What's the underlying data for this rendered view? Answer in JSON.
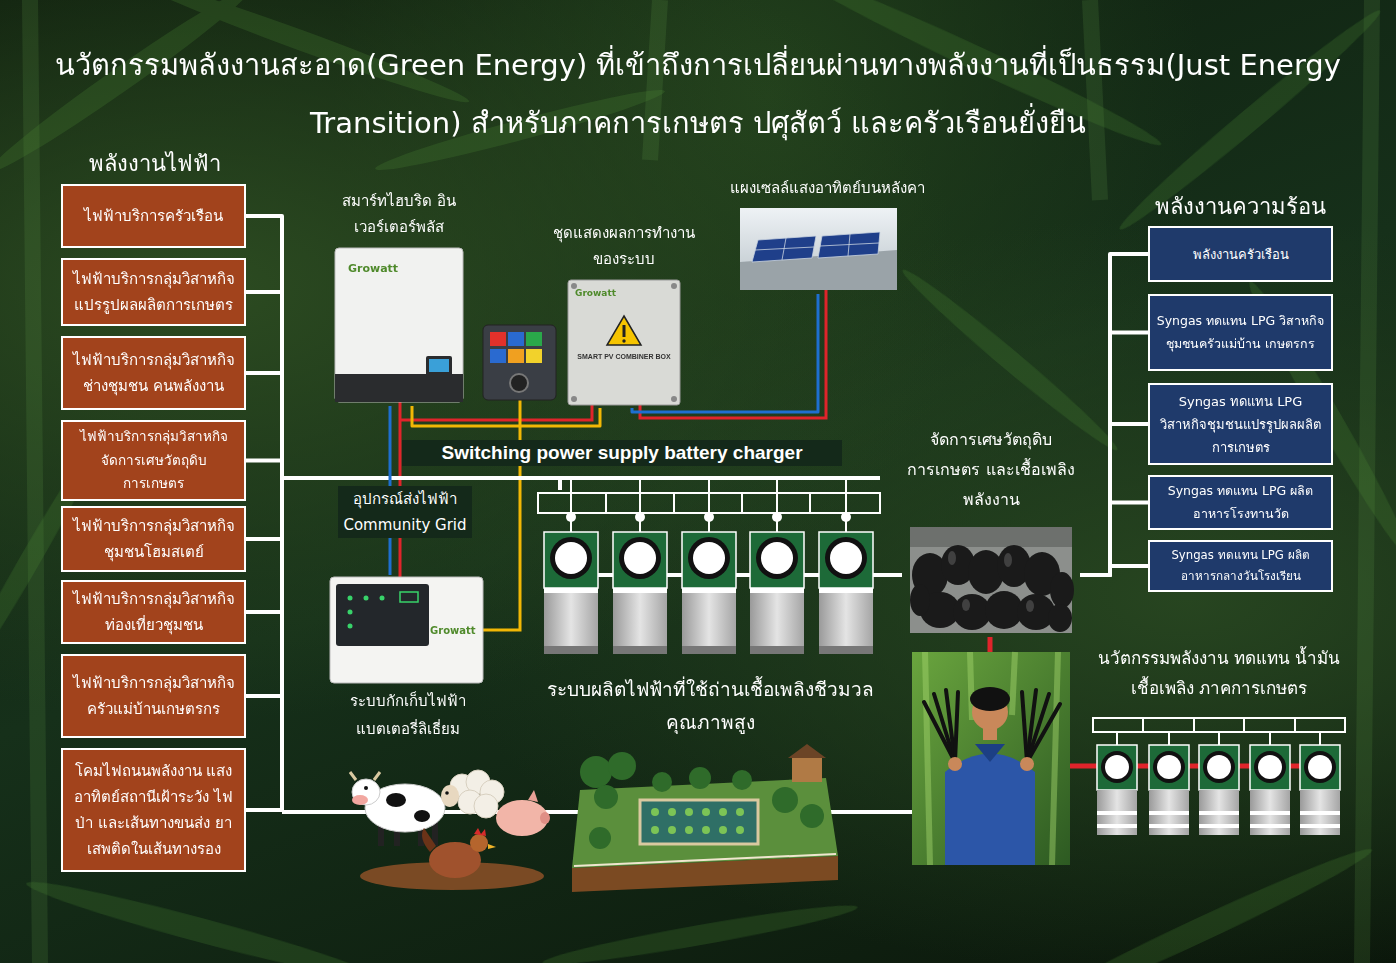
{
  "diagram": {
    "title": "นวัตกรรมพลังงานสะอาด(Green Energy) ที่เข้าถึงการเปลี่ยนผ่านทางพลังงานที่เป็นธรรม(Just Energy Transition) สำหรับภาคการเกษตร ปศุสัตว์ และครัวเรือนยั่งยืน",
    "nodes": [
      {
        "text": [
          "ไฟฟ้าบริการครัวเรือน"
        ]
      },
      {
        "text": [
          "ไฟฟ้าบริการกลุ่มวิสาหกิจ แปรรูปผลผลิตการเกษตร"
        ]
      },
      {
        "text": [
          "ไฟฟ้าบริการกลุ่มวิสาหกิจ ช่างชุมชน คนพลังงาน"
        ]
      },
      {
        "text": [
          "ไฟฟ้าบริการกลุ่มวิสาหกิจ จัดการเศษวัตถุดิบ การเกษตร"
        ]
      },
      {
        "text": [
          "ไฟฟ้าบริการกลุ่มวิสาหกิจ ชุมชนโฮมสเตย์"
        ]
      },
      {
        "text": [
          "ไฟฟ้าบริการกลุ่มวิสาหกิจ ท่องเที่ยวชุมชน"
        ]
      },
      {
        "text": [
          "ไฟฟ้าบริการกลุ่มวิสาหกิจ ครัวแม่บ้านเกษตรกร"
        ]
      },
      {
        "text": [
          "โคมไฟถนนพลังงาน แสงอาทิตย์สถานีเฝ้าระวัง ไฟป่า และเส้นทางขนส่ง ยาเสพติดในเส้นทางรอง"
        ]
      },
      {
        "text": [
          "สมาร์ทไฮบริด อินเวอร์เตอร์พลัส",
          "Growatt"
        ]
      },
      {
        "text": [
          "ชุดแสดงผลการทำงาน ของระบบ",
          "Growatt",
          "SMART PV COMBINER BOX"
        ]
      },
      {
        "text": [
          "แผงเซลล์แสงอาทิตย์บนหลังคา"
        ]
      },
      {
        "text": [
          "Growatt",
          "ระบบกักเก็บไฟฟ้า แบตเตอรี่ลิเธี่ยม"
        ]
      },
      {
        "text": [
          "ระบบผลิตไฟฟ้าที่ใช้ถ่านเชื้อเพลิงชีวมวล คุณภาพสูง"
        ]
      },
      {
        "text": [
          "จัดการเศษวัตถุดิบ การเกษตร และเชื้อเพลิง พลังงาน"
        ]
      },
      {
        "text": [
          "นวัตกรรมพลังงาน ทดแทน น้ำมันเชื้อเพลิง ภาคการเกษตร"
        ]
      },
      {
        "text": [
          "พลังงานครัวเรือน"
        ]
      },
      {
        "text": [
          "Syngas ทดแทน LPG วิสาหกิจชุมชนครัวแม่บ้าน เกษตรกร"
        ]
      },
      {
        "text": [
          "Syngas ทดแทน LPG วิสาหกิจชุมชนแปรรูปผลผลิต การเกษตร"
        ]
      },
      {
        "text": [
          "Syngas ทดแทน LPG ผลิตอาหารโรงทานวัด"
        ]
      },
      {
        "text": [
          "Syngas ทดแทน LPG ผลิตอาหารกลางวันโรงเรียน"
        ]
      }
    ],
    "edges": [
      {
        "from": 0,
        "to": 12,
        "arrow": "none"
      },
      {
        "from": 1,
        "to": 12,
        "arrow": "none"
      },
      {
        "from": 2,
        "to": 12,
        "arrow": "none"
      },
      {
        "from": 3,
        "to": 12,
        "arrow": "none"
      },
      {
        "from": 4,
        "to": 12,
        "arrow": "none"
      },
      {
        "from": 5,
        "to": 12,
        "arrow": "none"
      },
      {
        "from": 6,
        "to": 12,
        "arrow": "none"
      },
      {
        "from": 7,
        "to": 12,
        "arrow": "none"
      },
      {
        "from": 10,
        "to": 9,
        "arrow": "none"
      },
      {
        "from": 9,
        "to": 8,
        "arrow": "none"
      },
      {
        "from": 8,
        "to": 11,
        "arrow": "none"
      },
      {
        "from": 12,
        "to": 13,
        "arrow": "none"
      },
      {
        "from": 13,
        "to": 15,
        "arrow": "none"
      },
      {
        "from": 13,
        "to": 16,
        "arrow": "none"
      },
      {
        "from": 13,
        "to": 17,
        "arrow": "none"
      },
      {
        "from": 13,
        "to": 18,
        "arrow": "none"
      },
      {
        "from": 13,
        "to": 19,
        "arrow": "none"
      }
    ],
    "labels": [
      "พลังงานไฟฟ้า",
      "อุปกรณ์ส่งไฟฟ้า Community Grid",
      "Switching power supply battery charger",
      "พลังงานความร้อน"
    ]
  }
}
